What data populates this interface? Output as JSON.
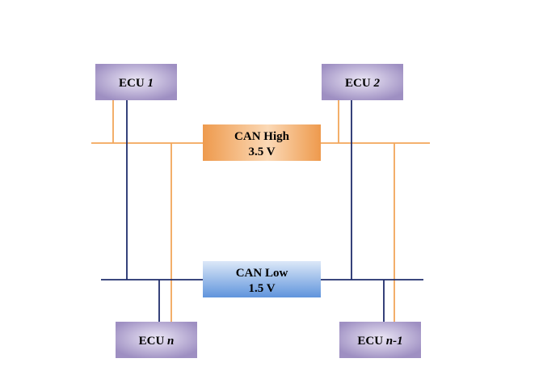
{
  "diagram": {
    "colors": {
      "high_wire": "#F2A65A",
      "low_wire": "#1F2D6B",
      "ecu_fill": "#9E8FC2",
      "ecu_highlight": "#ECE7F6",
      "high_box_dark": "#EE9A4D",
      "high_box_light": "#FBD9B6",
      "low_box_dark": "#5F94DC",
      "low_box_light": "#DCE8F8"
    },
    "ecus": [
      {
        "name": "ECU",
        "index": "1"
      },
      {
        "name": "ECU",
        "index": "2"
      },
      {
        "name": "ECU",
        "index": "n"
      },
      {
        "name": "ECU",
        "index": "n-1"
      }
    ],
    "can_high": {
      "line1": "CAN High",
      "line2": "3.5 V"
    },
    "can_low": {
      "line1": "CAN Low",
      "line2": "1.5 V"
    }
  }
}
